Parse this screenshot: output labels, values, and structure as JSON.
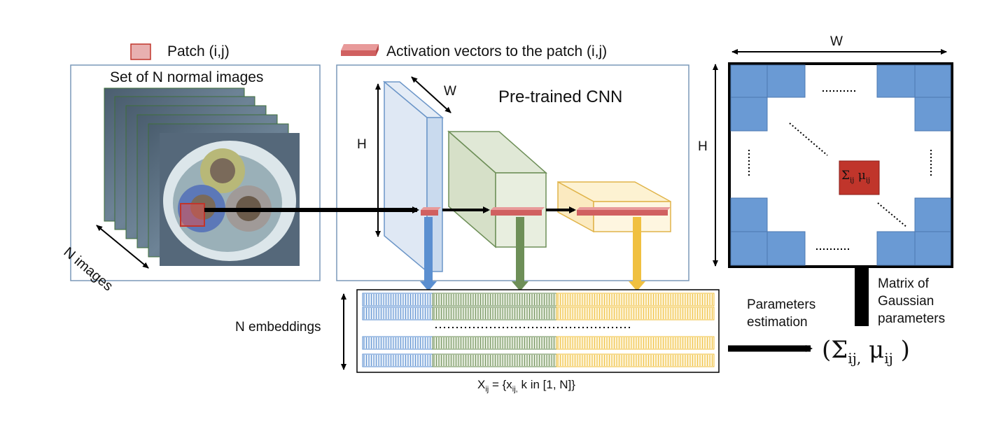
{
  "legend": {
    "patch_label": "Patch (i,j)",
    "activation_label": "Activation vectors to the patch (i,j)"
  },
  "images_panel": {
    "title": "Set of N normal images",
    "stack_label": "N images"
  },
  "cnn_panel": {
    "title": "Pre-trained CNN",
    "width_label": "W",
    "height_label": "H"
  },
  "embeddings": {
    "label": "N embeddings",
    "formula_main": "X",
    "formula_sub": "ij",
    "formula_mid": " = {x",
    "formula_sub2": "ij,",
    "formula_rest": " k in [1, N]}"
  },
  "estimation": {
    "line1": "Parameters",
    "line2": "estimation",
    "params_sigma": "(Σ",
    "params_sub1": "ij,",
    "params_mu": " μ",
    "params_sub2": "ij",
    "params_close": " )"
  },
  "matrix": {
    "width_label": "W",
    "height_label": "H",
    "cell_sigma": "Σ",
    "cell_sub1": "ij",
    "cell_mu": " μ",
    "cell_sub2": "ij",
    "caption_line1": "Matrix of",
    "caption_line2": "Gaussian",
    "caption_line3": "parameters"
  },
  "colors": {
    "blue": "#5b8fd0",
    "green": "#6e8f58",
    "yellow": "#f0c040",
    "red": "#c0352b",
    "frame": "#7a98b8"
  }
}
